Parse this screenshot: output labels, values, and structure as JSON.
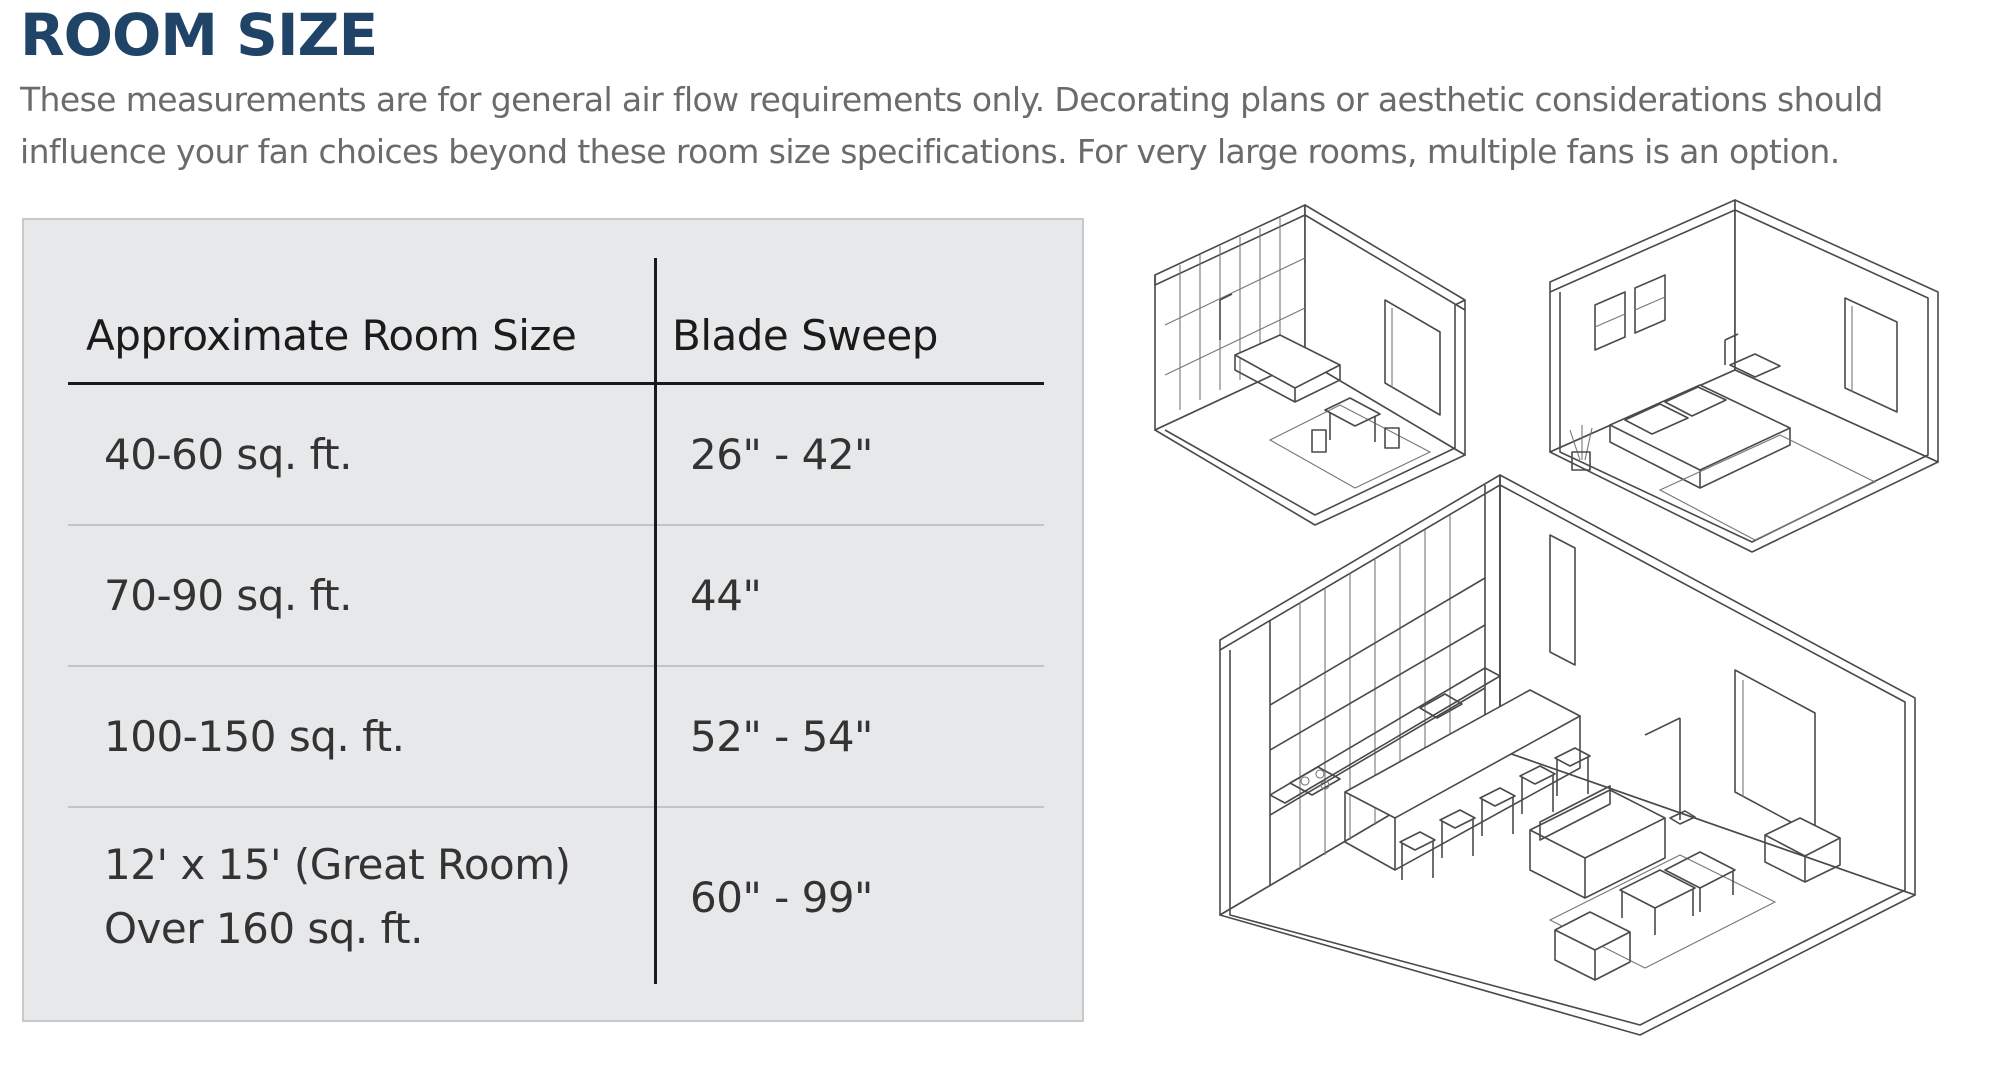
{
  "title": "ROOM SIZE",
  "intro": "These measurements are for general air flow requirements only. Decorating plans or aesthetic considerations should influence your fan choices beyond these room size specifications. For very large rooms, multiple fans is an option.",
  "table": {
    "headers": [
      "Approximate Room Size",
      "Blade Sweep"
    ],
    "rows": [
      {
        "size": [
          "40-60 sq. ft."
        ],
        "sweep": "26\" - 42\""
      },
      {
        "size": [
          "70-90 sq. ft."
        ],
        "sweep": "44\""
      },
      {
        "size": [
          "100-150 sq. ft."
        ],
        "sweep": "52\" - 54\""
      },
      {
        "size": [
          "12' x 15' (Great Room)",
          "Over 160 sq. ft."
        ],
        "sweep": "60\" - 99\""
      }
    ]
  },
  "colors": {
    "title": "#1f4467",
    "intro_text": "#6b6b6b",
    "panel_bg": "#e7e8ea"
  },
  "illustration": {
    "rooms": [
      "small-room-icon",
      "bedroom-icon",
      "great-room-icon"
    ]
  }
}
